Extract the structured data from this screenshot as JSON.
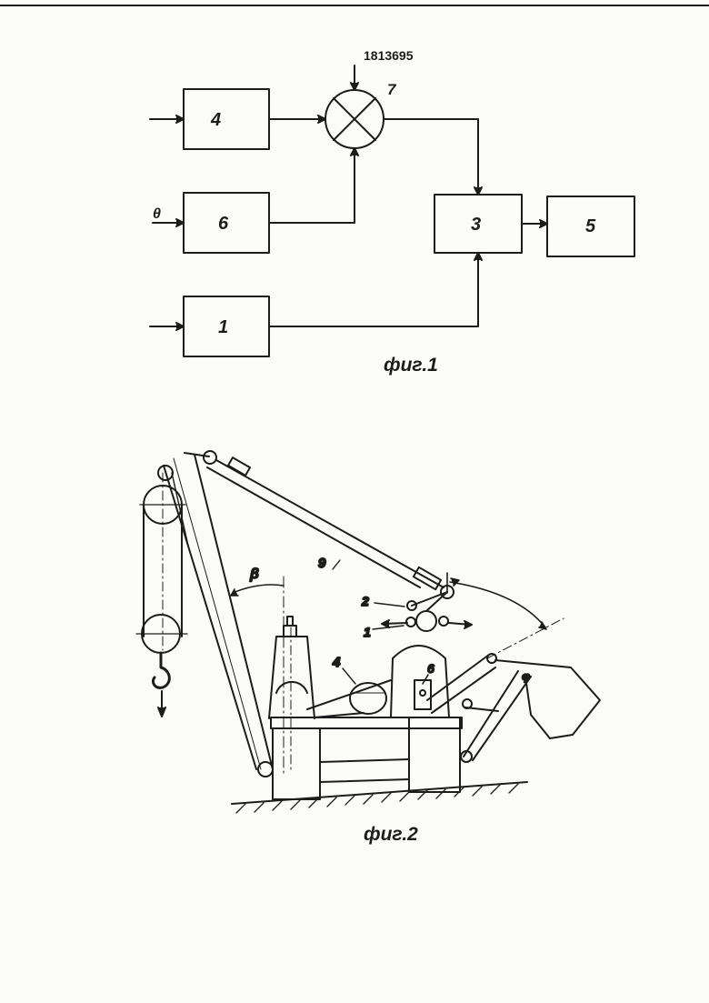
{
  "patent_number": "1813695",
  "figure1": {
    "caption": "фиг.1",
    "blocks": [
      {
        "id": "block-4",
        "label": "4"
      },
      {
        "id": "block-6",
        "label": "6"
      },
      {
        "id": "block-1",
        "label": "1"
      },
      {
        "id": "block-3",
        "label": "3"
      },
      {
        "id": "block-5",
        "label": "5"
      }
    ],
    "comparator_label": "7",
    "input_theta_label": "θ"
  },
  "figure2": {
    "caption": "фиг.2",
    "labels": {
      "beta": "β",
      "cable": "9",
      "sensor2": "2",
      "sensor1": "1",
      "drum4": "4",
      "pivot6": "6",
      "phi": "φ"
    }
  }
}
